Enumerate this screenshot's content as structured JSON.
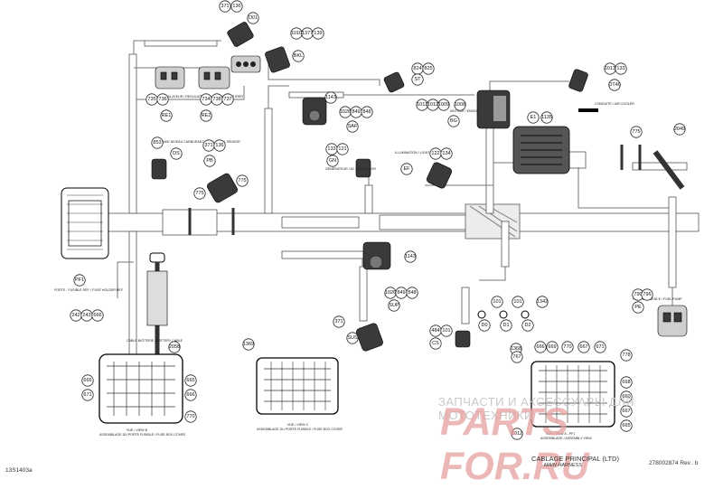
{
  "document": {
    "title": "CABLAGE PRINCIPAL (LTD)",
    "subtitle": "MAIN HARNESS",
    "reference": "278002874 Rev.: b",
    "code": "13S1403a"
  },
  "watermark": {
    "line1": "ЗАПЧАСТИ И АКСЕССУАРЫ ДЛЯ МОТОТЕХНИКИ",
    "line2": "PARTS FOR.RU"
  },
  "callouts": {
    "c371a": "371",
    "c136a": "136",
    "cD01": "D01",
    "c1010": "1010",
    "c1377": "1377",
    "c139": "139",
    "cBKL": "BKL",
    "c735": "735",
    "c736": "736",
    "c734": "734",
    "c738": "738",
    "c737": "737",
    "cRE1": "RE1",
    "cRE2": "RE2",
    "c824": "824",
    "c825": "825",
    "cST": "ST",
    "c1143a": "1143",
    "c1026a": "1026",
    "c849a": "849",
    "c848a": "848",
    "cSAF": "SAF",
    "c1011": "1011",
    "c1012": "1012",
    "c1009": "1009",
    "c1008": "1008",
    "cBG": "BG",
    "cE1": "E1",
    "c1135": "1135",
    "c1013": "1013",
    "c133": "133",
    "cOT40": "OT40",
    "c853": "853",
    "cDS": "DS",
    "c371b": "371",
    "c136b": "136",
    "cPB": "PB",
    "c133b": "133",
    "c121": "121",
    "cGN": "GN",
    "c122": "122",
    "c134": "134",
    "cEF": "EF",
    "c775a": "775",
    "c775b": "775",
    "c775c": "775",
    "c2049": "2049",
    "cPF1": "PF1",
    "c242": "242",
    "c243": "243",
    "c666a": "666",
    "c1143b": "1143",
    "c1026b": "1026",
    "c849b": "849",
    "c848b": "848",
    "cSUP": "SUP",
    "c371c": "371",
    "cSUS": "SUS",
    "c101a": "101",
    "c101b": "101",
    "c1342": "1342",
    "cD0": "D0",
    "cD1": "D1",
    "cD2": "D2",
    "c484": "484",
    "c101c": "101",
    "cCS": "CS",
    "c2058": "2058",
    "c790": "790",
    "c796": "796",
    "cPE": "PE",
    "c1369": "1369",
    "c665a": "665",
    "c671a": "671",
    "c665b": "665",
    "c666b": "666",
    "c770a": "770",
    "c1368": "1368",
    "c666c": "666",
    "c669": "669",
    "c770b": "770",
    "c667": "667",
    "c671b": "671",
    "c778": "778",
    "c668": "668",
    "c660": "660",
    "c667b": "667",
    "c665c": "665",
    "c767": "767",
    "c1012b": "1012"
  },
  "labels": {
    "regulator": "REGULATEUR / REGULATOR",
    "redresseur": "REDRESSEUR / RECTIFIER",
    "fuel_sensor": "SONDE NIVEAU CARBURANT / FUEL LEVEL SENSOR",
    "generator": "GENERATEUR / AC GENERATOR",
    "lighting": "ILLUMINATION / LIGHTING HARNESS",
    "engine_ecm": "MOTEUR / ENGINE",
    "air_cooler": "CONDUITE / AIR COOLER",
    "fuse_box": "PORTE - FUSIBLE REF. / FUSE HOLDER REF.",
    "battery_cable": "CABLE BATTERIE / BATTERY CABLE",
    "fuel_pump": "POMPE ESSENCE / FUEL PUMP",
    "view_b": "VUE / VIEW B",
    "view_b_desc": "ASSEMBLAGE DU PORTE FUSIBLE / FUSE BOX COVER",
    "view_c": "VUE / VIEW C",
    "view_c_desc": "ASSEMBLAGE DU PORTE FUSIBLE / FUSE BOX COVER",
    "view_a": "VUE / VIEW A - PF1",
    "view_a_desc": "ASSEMBLAGE / ASSEMBLY VIEW"
  }
}
